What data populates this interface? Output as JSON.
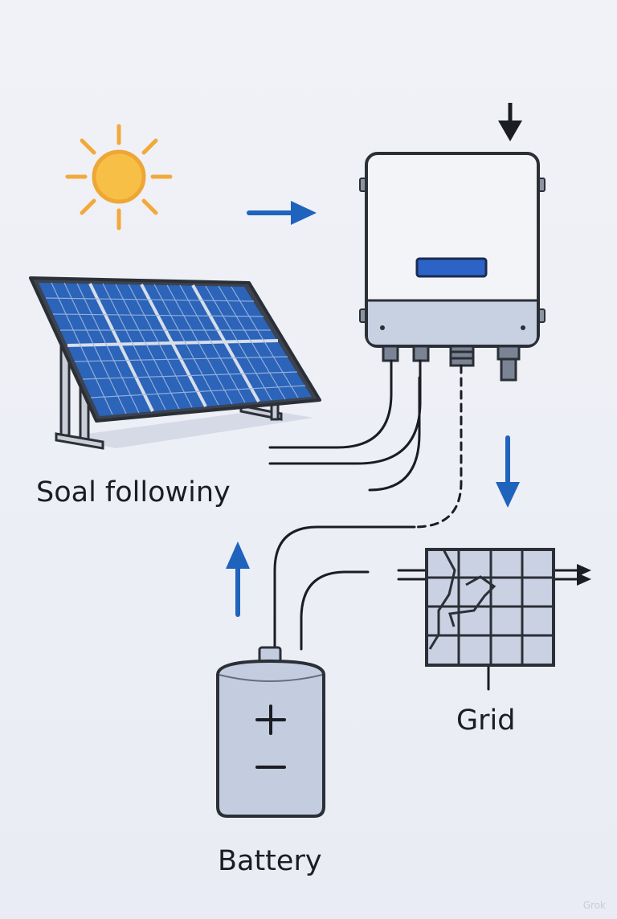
{
  "labels": {
    "solar": "Soal followiny",
    "grid": "Grid",
    "battery": "Battery"
  },
  "watermark": "Grok",
  "icons": {
    "sun": "sun-icon",
    "solar_panel": "solar-panel-icon",
    "inverter": "inverter-icon",
    "battery": "battery-icon",
    "grid": "grid-icon",
    "plus": "plus-icon",
    "minus": "minus-icon"
  },
  "colors": {
    "background": "#eef0f6",
    "sun": "#f2a93b",
    "sun_fill": "#f8bf46",
    "panel_cell": "#2b64b8",
    "panel_frame": "#3c4350",
    "arrow_blue": "#1f63bd",
    "outline": "#2b2f36",
    "inverter_body": "#f3f4f8",
    "inverter_base": "#c8d1e2",
    "battery_fill": "#c4cde0",
    "grid_fill": "#c9d1e3"
  }
}
